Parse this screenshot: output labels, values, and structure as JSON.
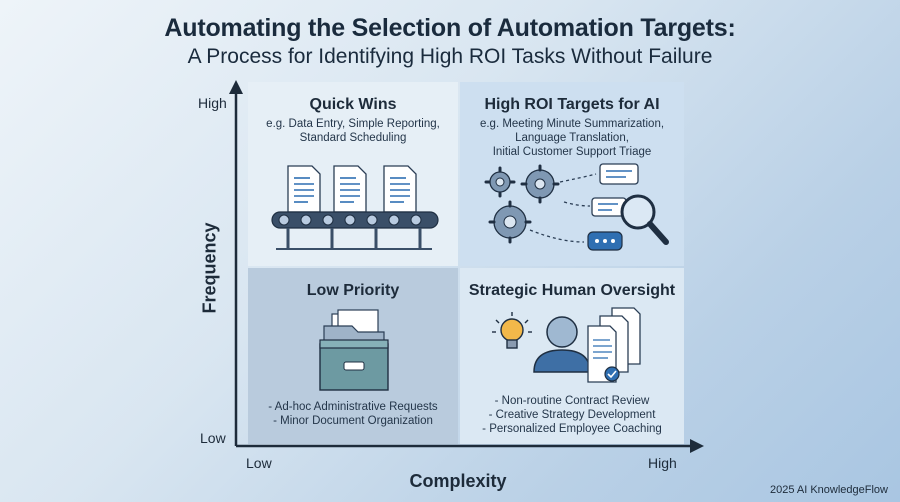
{
  "title": {
    "main": "Automating the Selection of Automation Targets:",
    "subtitle": "A Process for Identifying High ROI Tasks Without Failure"
  },
  "axes": {
    "y_title": "Frequency",
    "y_high": "High",
    "y_low": "Low",
    "x_title": "Complexity",
    "x_low": "Low",
    "x_high": "High"
  },
  "quadrants": {
    "top_left": {
      "title": "Quick Wins",
      "desc": [
        "e.g. Data Entry, Simple Reporting,",
        "Standard Scheduling"
      ],
      "icon": "conveyor-belt-documents-icon"
    },
    "top_right": {
      "title": "High ROI Targets for AI",
      "desc": [
        "e.g. Meeting Minute Summarization,",
        "Language Translation,",
        "Initial Customer Support Triage"
      ],
      "icon": "gears-magnifier-chat-icon"
    },
    "bottom_left": {
      "title": "Low Priority",
      "items": [
        "- Ad-hoc Administrative Requests",
        "- Minor Document Organization"
      ],
      "icon": "file-box-icon"
    },
    "bottom_right": {
      "title": "Strategic Human Oversight",
      "items": [
        "- Non-routine Contract Review",
        "- Creative Strategy Development",
        "- Personalized Employee Coaching"
      ],
      "icon": "person-lightbulb-documents-icon"
    }
  },
  "colors": {
    "accent": "#2f6fb2",
    "axis": "#1d2b3a",
    "check": "#2f6fb2"
  },
  "footer": "2025 AI KnowledgeFlow"
}
